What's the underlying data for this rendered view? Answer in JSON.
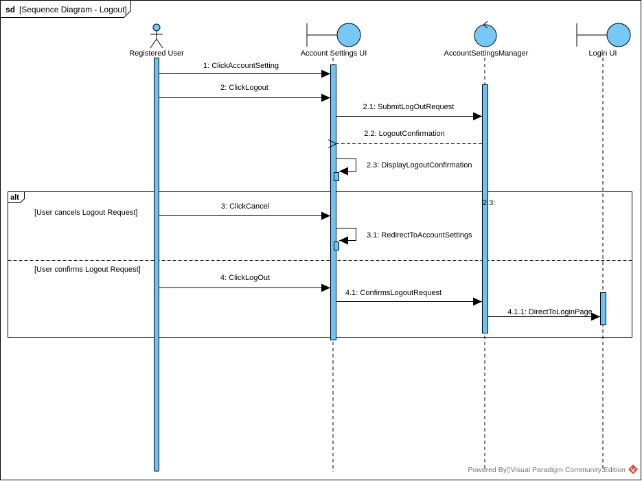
{
  "frame": {
    "keyword": "sd",
    "title": "[Sequence Diagram - Logout]"
  },
  "lifelines": [
    {
      "id": "user",
      "label": "Registered User",
      "kind": "actor"
    },
    {
      "id": "ui",
      "label": "Account Settings UI",
      "kind": "boundary"
    },
    {
      "id": "mgr",
      "label": "AccountSettingsManager",
      "kind": "control"
    },
    {
      "id": "login",
      "label": "Login UI",
      "kind": "boundary"
    }
  ],
  "messages": [
    {
      "label": "1: ClickAccountSetting",
      "from": "user",
      "to": "ui",
      "type": "sync"
    },
    {
      "label": "2: ClickLogout",
      "from": "user",
      "to": "ui",
      "type": "sync"
    },
    {
      "label": "2.1: SubmitLogOutRequest",
      "from": "ui",
      "to": "mgr",
      "type": "sync"
    },
    {
      "label": "2.2: LogoutConfirmation",
      "from": "mgr",
      "to": "ui",
      "type": "return"
    },
    {
      "label": "2.3: DisplayLogoutConfirmation",
      "from": "ui",
      "to": "ui",
      "type": "self"
    },
    {
      "label": "3: ClickCancel",
      "from": "user",
      "to": "ui",
      "type": "sync"
    },
    {
      "label": "3.1: RedirectToAccountSettings",
      "from": "ui",
      "to": "ui",
      "type": "self"
    },
    {
      "label": "4: ClickLogOut",
      "from": "user",
      "to": "ui",
      "type": "sync"
    },
    {
      "label": "4.1: ConfirmsLogoutRequest",
      "from": "ui",
      "to": "mgr",
      "type": "sync"
    },
    {
      "label": "4.1.1: DirectToLoginPage",
      "from": "mgr",
      "to": "login",
      "type": "sync"
    }
  ],
  "fragment": {
    "operator": "alt",
    "guards": [
      "[User cancels Logout Request]",
      "[User confirms Logout Request]"
    ]
  },
  "stray_label": "2.3:",
  "footer": "Powered By▯Visual Paradigm Community Edition",
  "colors": {
    "activation": "#6fc3f3",
    "head": "#77c8f5",
    "line": "#000000",
    "footer": "#777777",
    "logo": "#e0483a"
  }
}
